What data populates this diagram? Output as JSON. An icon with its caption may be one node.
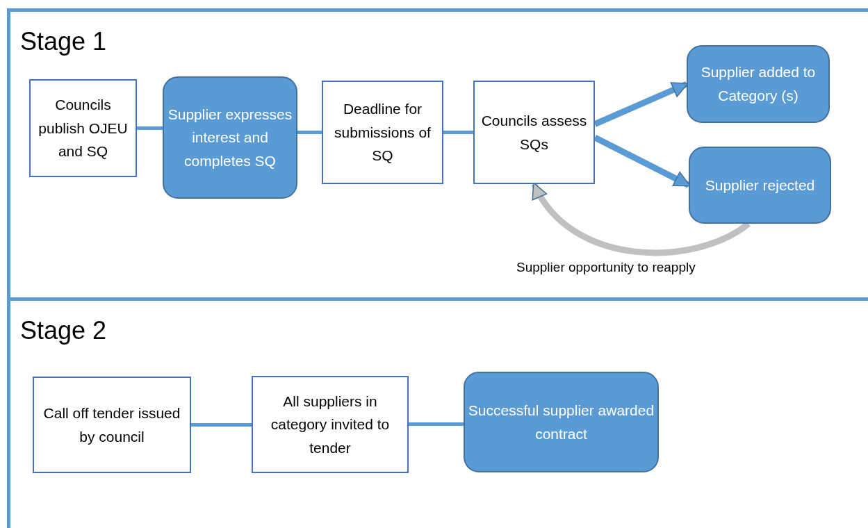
{
  "diagram": {
    "nodes": [
      {
        "text": [
          "Stage 1"
        ]
      },
      {
        "text": [
          "Councils publish OJEU and SQ"
        ],
        "in": 0
      },
      {
        "text": [
          "Supplier expresses interest and completes SQ"
        ],
        "in": 0
      },
      {
        "text": [
          "Deadline for submissions of SQ"
        ],
        "in": 0
      },
      {
        "text": [
          "Councils assess SQs"
        ],
        "in": 0
      },
      {
        "text": [
          "Supplier added to Category (s)"
        ],
        "in": 0
      },
      {
        "text": [
          "Supplier rejected"
        ],
        "in": 0
      },
      {
        "text": [
          "Stage 2"
        ]
      },
      {
        "text": [
          "Call off tender issued by council"
        ],
        "in": 7
      },
      {
        "text": [
          "All suppliers in category invited to tender"
        ],
        "in": 7
      },
      {
        "text": [
          "Successful supplier awarded contract"
        ],
        "in": 7
      }
    ],
    "edges": [
      {
        "from": 1,
        "to": 2,
        "arrow": "none"
      },
      {
        "from": 2,
        "to": 3,
        "arrow": "none"
      },
      {
        "from": 3,
        "to": 4,
        "arrow": "none"
      },
      {
        "from": 4,
        "to": 5,
        "arrow": "to",
        "style": "thick"
      },
      {
        "from": 4,
        "to": 6,
        "arrow": "to",
        "style": "thick"
      },
      {
        "from": 6,
        "to": 4,
        "arrow": "to",
        "style": "thick",
        "color": "#c0c0c0",
        "label": "Supplier opportunity to reapply"
      },
      {
        "from": 8,
        "to": 9,
        "arrow": "none"
      },
      {
        "from": 9,
        "to": 10,
        "arrow": "none"
      }
    ]
  }
}
